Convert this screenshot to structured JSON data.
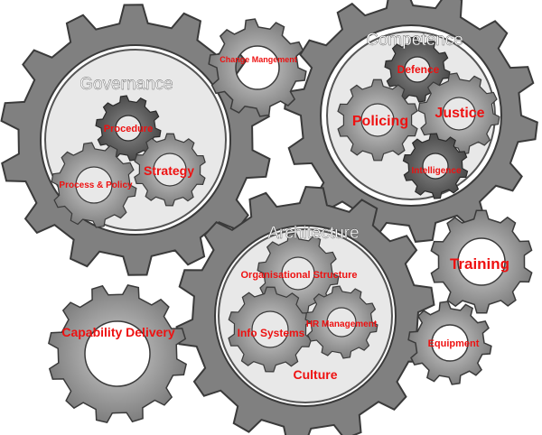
{
  "colors": {
    "gear_outer": "#7a7a7a",
    "gear_inner_fill": "#e6e6e6",
    "gear_small": "#8e8e8e",
    "gear_dark": "#4d4d4d",
    "label_red": "#ee1111",
    "label_white": "#ffffff"
  },
  "labels": {
    "governance": "Governance",
    "procedure": "Procedure",
    "strategy": "Strategy",
    "process_policy": "Process & Policy",
    "change_management": "Change Mangement",
    "competence": "Competence",
    "defence": "Defence",
    "policing": "Policing",
    "justice": "Justice",
    "intelligence": "Intelligence",
    "architecture": "Architecture",
    "org_structure": "Organisational Structure",
    "info_systems": "Info Systems",
    "hr_management": "HR Management",
    "culture": "Culture",
    "training": "Training",
    "equipment": "Equipment",
    "capability_delivery": "Capability Delivery"
  }
}
